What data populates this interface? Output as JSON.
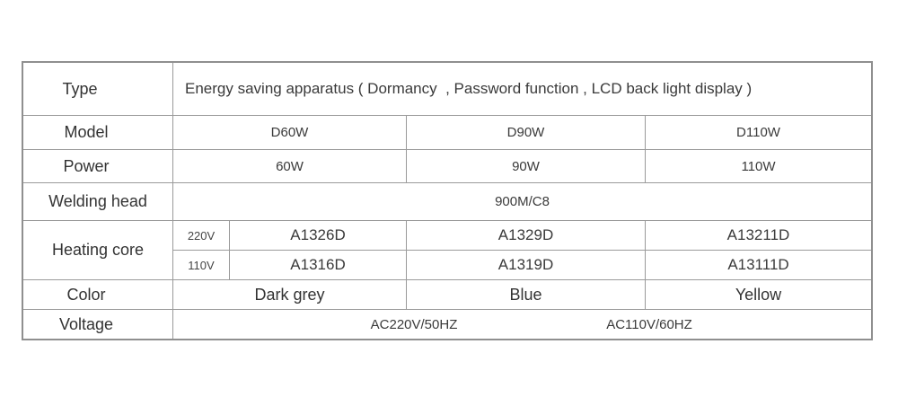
{
  "table": {
    "rows": {
      "type": {
        "label": "Type",
        "value": "Energy saving apparatus ( Dormancy  , Password function , LCD back light display )"
      },
      "model": {
        "label": "Model",
        "values": [
          "D60W",
          "D90W",
          "D110W"
        ]
      },
      "power": {
        "label": "Power",
        "values": [
          "60W",
          "90W",
          "110W"
        ]
      },
      "welding_head": {
        "label": "Welding head",
        "value": "900M/C8"
      },
      "heating_core": {
        "label": "Heating core",
        "v220": {
          "voltage": "220V",
          "values": [
            "A1326D",
            "A1329D",
            "A13211D"
          ]
        },
        "v110": {
          "voltage": "110V",
          "values": [
            "A1316D",
            "A1319D",
            "A13111D"
          ]
        }
      },
      "color": {
        "label": "Color",
        "values": [
          "Dark grey",
          "Blue",
          "Yellow"
        ]
      },
      "voltage": {
        "label": "Voltage",
        "values": [
          "AC220V/50HZ",
          "AC110V/60HZ"
        ]
      }
    }
  }
}
